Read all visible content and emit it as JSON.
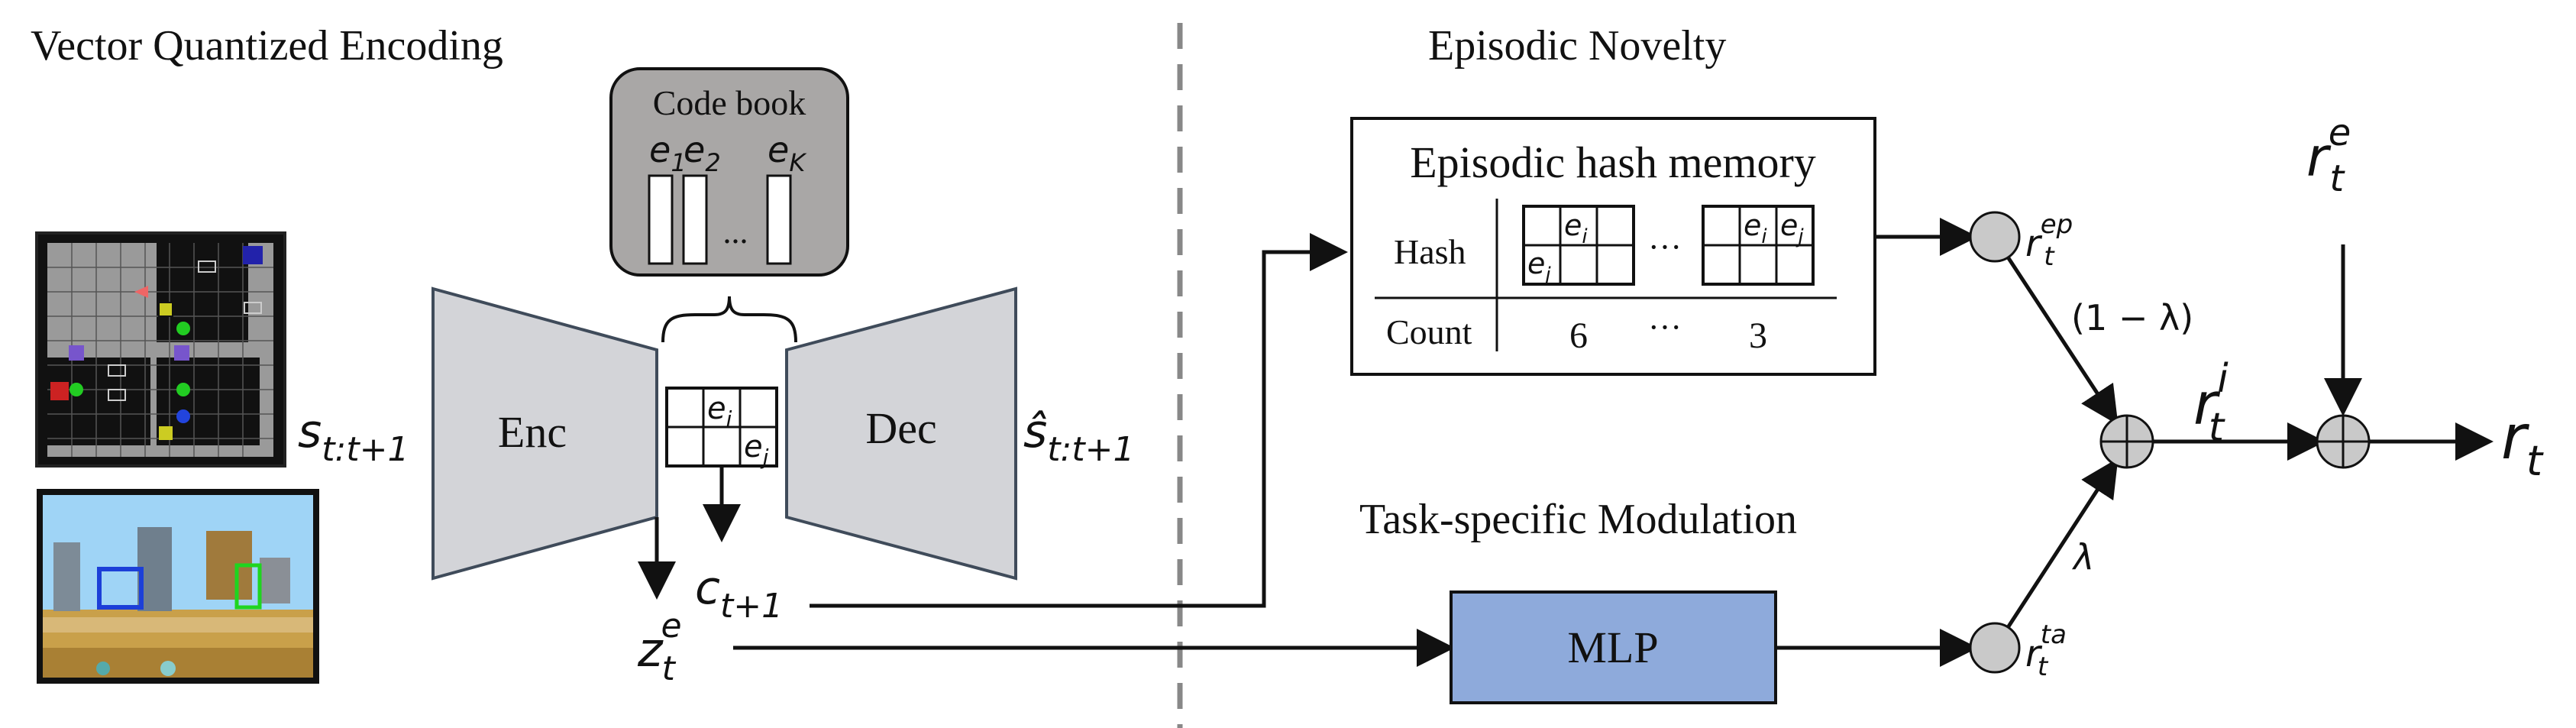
{
  "sections": {
    "vq_title": "Vector Quantized Encoding",
    "episodic_title": "Episodic Novelty",
    "task_title": "Task-specific Modulation"
  },
  "codebook": {
    "title": "Code book",
    "e1_base": "e",
    "e1_sub": "1",
    "e2_base": "e",
    "e2_sub": "2",
    "ek_base": "e",
    "ek_sub": "K",
    "dots": "..."
  },
  "encoder": {
    "label": "Enc"
  },
  "decoder": {
    "label": "Dec"
  },
  "grid": {
    "ei_base": "e",
    "ei_sub": "i",
    "ej_base": "e",
    "ej_sub": "j"
  },
  "inputs": {
    "s_base": "s",
    "s_sub": "t:t+1",
    "shat_base": "ŝ",
    "shat_sub": "t:t+1"
  },
  "codes": {
    "c_base": "c",
    "c_sub": "t+1",
    "z_base": "z",
    "z_sub": "t",
    "z_sup": "e"
  },
  "memory": {
    "title": "Episodic hash memory",
    "hash_label": "Hash",
    "count_label": "Count",
    "count_1": "6",
    "count_2": "3",
    "dots": "···",
    "ei_base": "e",
    "ei_sub": "i",
    "ej_base": "e",
    "ej_sub": "j"
  },
  "mlp": {
    "label": "MLP"
  },
  "rewards": {
    "r_ep_base": "r",
    "r_ep_sub": "t",
    "r_ep_sup": "ep",
    "r_ta_base": "r",
    "r_ta_sub": "t",
    "r_ta_sup": "ta",
    "r_e_base": "r",
    "r_e_sub": "t",
    "r_e_sup": "e",
    "r_i_base": "r",
    "r_i_sub": "t",
    "r_i_sup": "i",
    "r_out_base": "r",
    "r_out_sub": "t",
    "one_minus_lambda": "(1 − λ)",
    "lambda": "λ"
  },
  "colors": {
    "trapezoid": "#d3d4d8",
    "codebook_box": "#a9a7a6",
    "mlp": "#8eaadb",
    "node": "#c9c9c9",
    "dash": "#888888"
  },
  "icons": [
    "gridworld-thumbnail",
    "3d-world-thumbnail"
  ]
}
